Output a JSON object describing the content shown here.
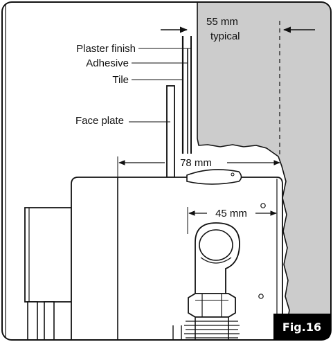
{
  "figure": {
    "label": "Fig.16",
    "badge_color": "#000000",
    "wall_color": "#cccccc",
    "outline_color": "#111111"
  },
  "labels": {
    "plaster_finish": "Plaster finish",
    "adhesive": "Adhesive",
    "tile": "Tile",
    "face_plate": "Face plate"
  },
  "dimensions": {
    "wall_depth_line1": "55 mm",
    "wall_depth_line2": "typical",
    "body_width": "78 mm",
    "outlet_offset": "45 mm"
  }
}
